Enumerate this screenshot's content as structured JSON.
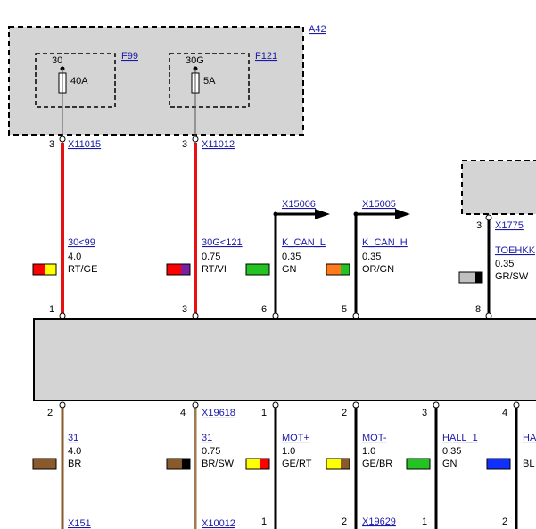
{
  "module_a42": "A42",
  "fuses": [
    {
      "id": "F99",
      "terminal": "30",
      "rating": "40A"
    },
    {
      "id": "F121",
      "terminal": "30G",
      "rating": "5A"
    }
  ],
  "top_wires": [
    {
      "pin_top": "3",
      "connector_top": "X11015",
      "signal": "30<99",
      "gauge": "4.0",
      "code": "RT/GE",
      "pin_bottom": "1",
      "colors": [
        "#ff0000",
        "#ffff00"
      ]
    },
    {
      "pin_top": "3",
      "connector_top": "X11012",
      "signal": "30G<121",
      "gauge": "0.75",
      "code": "RT/VI",
      "pin_bottom": "3",
      "colors": [
        "#ff0000",
        "#7a1fa0"
      ]
    },
    {
      "connector_top": "X15006",
      "signal": "K_CAN_L",
      "gauge": "0.35",
      "code": "GN",
      "pin_bottom": "6",
      "colors": [
        "#22c322",
        "#22c322"
      ]
    },
    {
      "connector_top": "X15005",
      "signal": "K_CAN_H",
      "gauge": "0.35",
      "code": "OR/GN",
      "pin_bottom": "5",
      "colors": [
        "#ff7a1a",
        "#22c322"
      ]
    },
    {
      "pin_top": "3",
      "connector_top": "X1775",
      "signal": "TOEHKK",
      "gauge": "0.35",
      "code": "GR/SW",
      "pin_bottom": "8",
      "colors": [
        "#c0c0c0",
        "#000000"
      ]
    }
  ],
  "bottom_wires": [
    {
      "pin_top": "2",
      "connector_top": "",
      "signal": "31",
      "gauge": "4.0",
      "code": "BR",
      "pin_bottom": "",
      "connector_bottom": "X151",
      "colors": [
        "#8b5a2b",
        "#8b5a2b"
      ]
    },
    {
      "pin_top": "4",
      "connector_top": "X19618",
      "signal": "31",
      "gauge": "0.75",
      "code": "BR/SW",
      "pin_bottom": "",
      "connector_bottom": "X10012",
      "colors": [
        "#8b5a2b",
        "#000000"
      ]
    },
    {
      "pin_top": "1",
      "connector_top": "",
      "signal": "MOT+",
      "gauge": "1.0",
      "code": "GE/RT",
      "pin_bottom": "1",
      "connector_bottom": "",
      "colors": [
        "#ffff00",
        "#ff0000"
      ]
    },
    {
      "pin_top": "2",
      "connector_top": "",
      "signal": "MOT-",
      "gauge": "1.0",
      "code": "GE/BR",
      "pin_bottom": "2",
      "connector_bottom": "X19629",
      "colors": [
        "#ffff00",
        "#8b5a2b"
      ]
    },
    {
      "pin_top": "3",
      "connector_top": "",
      "signal": "HALL_1",
      "gauge": "0.35",
      "code": "GN",
      "pin_bottom": "1",
      "connector_bottom": "",
      "colors": [
        "#22c322",
        "#22c322"
      ]
    },
    {
      "pin_top": "4",
      "connector_top": "",
      "signal": "HA",
      "gauge": "",
      "code": "BL",
      "pin_bottom": "2",
      "connector_bottom": "",
      "colors": [
        "#1030ff",
        "#1030ff"
      ]
    }
  ]
}
